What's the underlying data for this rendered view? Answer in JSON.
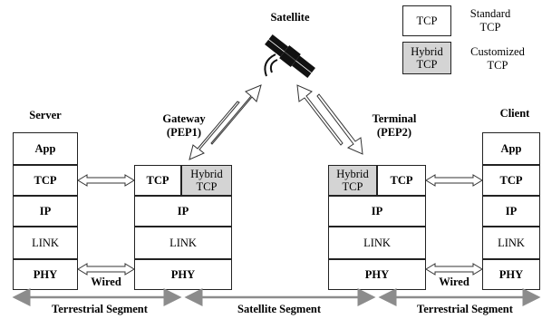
{
  "legend": {
    "standard_box": "TCP",
    "standard_desc_1": "Standard",
    "standard_desc_2": "TCP",
    "hybrid_box_1": "Hybrid",
    "hybrid_box_2": "TCP",
    "hybrid_desc_1": "Customized",
    "hybrid_desc_2": "TCP"
  },
  "satellite": {
    "label": "Satellite"
  },
  "server": {
    "title": "Server",
    "layers": [
      "App",
      "TCP",
      "IP",
      "LINK",
      "PHY"
    ]
  },
  "gateway": {
    "title_1": "Gateway",
    "title_2": "(PEP1)",
    "tcp": "TCP",
    "hybrid_1": "Hybrid",
    "hybrid_2": "TCP",
    "ip": "IP",
    "link": "LINK",
    "phy": "PHY"
  },
  "terminal": {
    "title_1": "Terminal",
    "title_2": "(PEP2)",
    "tcp": "TCP",
    "hybrid_1": "Hybrid",
    "hybrid_2": "TCP",
    "ip": "IP",
    "link": "LINK",
    "phy": "PHY"
  },
  "client": {
    "title": "Client",
    "layers": [
      "App",
      "TCP",
      "IP",
      "LINK",
      "PHY"
    ]
  },
  "links": {
    "wired_left": "Wired",
    "wired_right": "Wired"
  },
  "segments": {
    "left": "Terrestrial Segment",
    "middle": "Satellite Segment",
    "right": "Terrestrial Segment"
  }
}
